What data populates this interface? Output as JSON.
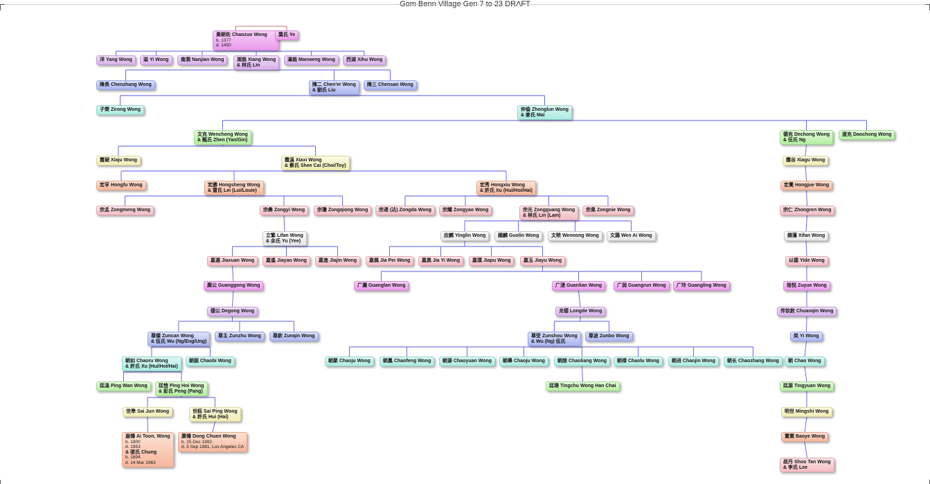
{
  "title": "Gom Benn Village Gen 7 to 23 DRAFT",
  "nodes": {
    "chaozuo": [
      "黃朝佐 Chaozuo Wong",
      "b. 1377",
      "d. 1450"
    ],
    "ye": [
      "葉氏 Ye"
    ],
    "yang": [
      "洋 Yang Wong"
    ],
    "yi": [
      "溢 Yi Wong"
    ],
    "nanjian": [
      "南澗 Nanjian Wong"
    ],
    "xiang": [
      "湘翁 Xiang Wong",
      "& 林氏 Lin"
    ],
    "manweng": [
      "滿翁 Manweng Wong"
    ],
    "xihu": [
      "西湖 Xihu Wong"
    ],
    "chenzhang": [
      "陳長 Chenzhang Wong"
    ],
    "chener": [
      "陳二 Chen'er Wong",
      "& 劉氏 Liu"
    ],
    "chensan": [
      "陳三 Chensan Wong"
    ],
    "zirong": [
      "子榮 Zirong Wong"
    ],
    "zhonglun": [
      "仲倫 Zhonglun Wong",
      "& 麥氏 Mai"
    ],
    "wenchong": [
      "文充 Wenchong Wong",
      "& 甄氏 Zhen (Yan/Gin)"
    ],
    "dechong": [
      "德充 Dechong Wong",
      "& 伍氏 Ng"
    ],
    "daochong": [
      "道充 Daochong Wong"
    ],
    "xiaju": [
      "霞琚 Xiaju Wong"
    ],
    "xiaxi": [
      "霞溪 Xiaxi Wong",
      "& 蔡氏 Shee Cai (Choi/Toy)"
    ],
    "xiagu": [
      "霞谷 Xiagu Wong"
    ],
    "hongfu": [
      "宏孚 Hongfu Wong"
    ],
    "hongsheng": [
      "宏勝 Hongsheng Wong",
      "& 雷氏 Lei (Lui/Louie)"
    ],
    "hongxiu": [
      "宏秀 Hongxiu Wong",
      "& 許氏 Xu (Hui/Hoi/Hai)"
    ],
    "hongjue": [
      "宏覺 Hongjue Wong"
    ],
    "zongmeng": [
      "宗孟 Zongmeng Wong"
    ],
    "zongyi": [
      "宗彝 Zongyi Wong"
    ],
    "zongqiong": [
      "宗瓊 Zongqiong Wong"
    ],
    "zongda": [
      "宗達 (达) Zongda Wong"
    ],
    "zongyao": [
      "宗耀 Zongyao Wong"
    ],
    "zongguang": [
      "宗光 Zongguang Wong",
      "& 林氏 Lin (Lam)"
    ],
    "zongnie": [
      "宗臬 Zongnie Wong"
    ],
    "zhongren": [
      "宗仁 Zhongren Wong"
    ],
    "lifan": [
      "立繁 Lifan Wong",
      "& 余氏 Yu (Yee)"
    ],
    "yinglin": [
      "应麟 Yinglin Wong"
    ],
    "guolin": [
      "國麟 Guolin Wong"
    ],
    "wennong": [
      "文秾 Wennong Wong"
    ],
    "wenai": [
      "文藹 Wen Ai Wong"
    ],
    "xifan": [
      "錫藩 Xifan Wong"
    ],
    "jiaxuan": [
      "嘉選 Jiaxuan Wong"
    ],
    "jiayao": [
      "嘉遙 Jiayao Wong"
    ],
    "jiajin": [
      "嘉進 Jiajin Wong"
    ],
    "jiapei": [
      "嘉佩 Jia Pei Wong"
    ],
    "jiayi": [
      "嘉異 Jia Yi Wong"
    ],
    "jiapu": [
      "嘉璞 Jiapu Wong"
    ],
    "jiayu": [
      "嘉玉 Jiayu Wong"
    ],
    "yide": [
      "以德 Yide Wong"
    ],
    "guanggong": [
      "廣公 Guanggong Wong"
    ],
    "guanglan": [
      "广瀾 Guanglan Wong"
    ],
    "guanlian": [
      "广漣 Guanlian Wong"
    ],
    "guangrun": [
      "广润 Guangrun Wong"
    ],
    "guangling": [
      "广玲 Guangling Wong"
    ],
    "zuyue": [
      "祖悅 Zuyue Wong"
    ],
    "degong": [
      "德公 Degong Wong"
    ],
    "longde": [
      "龙德 Longde Wong"
    ],
    "chuanqin": [
      "传钦欽 Chuanqin Wong"
    ],
    "zuncan": [
      "尊燦 Zuncan Wong",
      "& 伍氏 Wu (Ng/Eng/Ung)"
    ],
    "zunzhu": [
      "尊主 Zunzhu Wong"
    ],
    "zunqin": [
      "尊欽 Zunqin Wong"
    ],
    "zunshou": [
      "尊受 Zunshou Wong",
      "& Wu (Ng) 伍氏"
    ],
    "zunbo": [
      "尊波 Zunbo Wong"
    ],
    "yi2": [
      "奕 Yi Wong"
    ],
    "chaoru": [
      "朝如 Chaoru Wong",
      "& 許氏 Xu (Hui/Hoi/Hai)"
    ],
    "chaobi": [
      "朝弼 Chaobi Wong"
    ],
    "chaoju1": [
      "朝聚 Chaoju Wong"
    ],
    "chaofeng": [
      "朝鳳 Chaofeng Wong"
    ],
    "chaoyuan": [
      "朝源 Chaoyuan Wong"
    ],
    "chaoju2": [
      "朝舉 Chaoju Wong"
    ],
    "chaoliang": [
      "朝諒 Chaoliang Wong"
    ],
    "chaolu": [
      "朝禄 Chaolu Wong"
    ],
    "chaojin": [
      "朝进 Chaojin Wong"
    ],
    "chaozhang": [
      "朝长 Chaozhang Wong"
    ],
    "chao": [
      "朝 Chao Wong"
    ],
    "pingwan": [
      "廷溫 Ping Wan Wong"
    ],
    "pinghoi": [
      "廷愷 Ping Hoi Wong",
      "& 彭氏 Peng (Pang)"
    ],
    "tingchu": [
      "廷理 Tingchu Wong Han Chai"
    ],
    "tingyuan": [
      "廷源 Tingyuan Wong"
    ],
    "saijun": [
      "世準 Sai Jun Wong"
    ],
    "saiping": [
      "世鈺 Sai Ping Wong",
      "& 許氏 Hui (Hai)"
    ],
    "mingshi": [
      "明世 Mingshi Wong"
    ],
    "aitoon": [
      "遐傳 Ai Toon, Wong",
      "b. 1900",
      "d. 1953",
      "& 張氏 Chung",
      "b. 1894",
      "d. 14 Mar 1963"
    ],
    "dongchuen": [
      "廣傳 Dong Chuen Wong",
      "b. 25 Dec 1892",
      "d. 5 Sep 1981, Los Angeles CA"
    ],
    "baoye": [
      "寶業 Baoye Wong"
    ],
    "shootan": [
      "叔丹 Shoo Tan Wong",
      "& 李氏 Lee"
    ]
  }
}
